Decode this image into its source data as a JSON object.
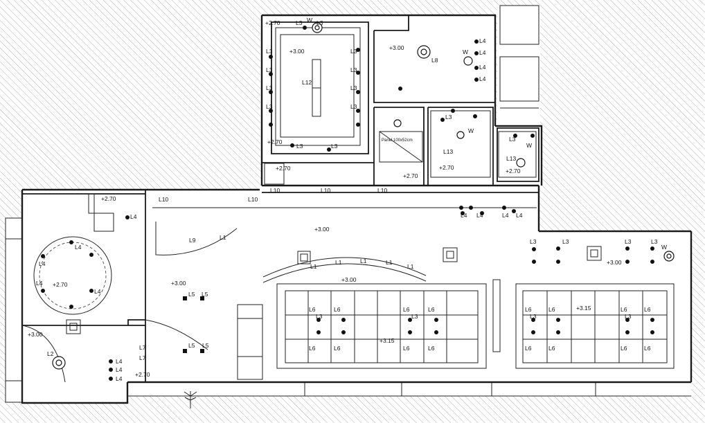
{
  "levels": {
    "l270a": "+2.70",
    "l300a": "+3.00",
    "l300b": "+3.00",
    "l270b": "+2.70",
    "l270c": "+2.70",
    "l270d": "+2.70",
    "l270e": "+2.70",
    "l270f": "+2.70",
    "l270g": "+2.70",
    "l300c": "+3.00",
    "l300d": "+3.00",
    "l300e": "+3.00",
    "l315a": "+3.15",
    "l315b": "+3.15",
    "l300f": "+3.00",
    "l270h": "+2.70",
    "l300g": "+3.00",
    "l270i": "+2.70"
  },
  "labels": {
    "L1": "L1",
    "L2": "L2",
    "L3": "L3",
    "L4": "L4",
    "L5": "L5",
    "L6": "L6",
    "L7": "L7",
    "L8": "L8",
    "L9": "L9",
    "L10": "L10",
    "L12": "L12",
    "L13": "L13",
    "W": "W"
  },
  "annotations": {
    "panel_note": "Panel 100x52cm"
  }
}
